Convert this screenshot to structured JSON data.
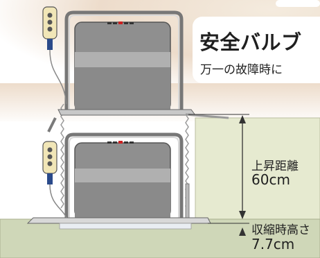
{
  "callout": {
    "title": "安全バルブ",
    "subtitle": "万一の故障時に"
  },
  "dimensions": {
    "lift_label": "上昇距離",
    "lift_value": "60cm",
    "retract_label": "収縮時高さ",
    "retract_value": "7.7cm"
  },
  "colors": {
    "background_top": "#efe3d5",
    "wall": "#e6ead0",
    "floor": "#cfd7b8",
    "device_dark": "#8c8c8c",
    "device_mid": "#b3b3b3",
    "device_frame": "#6d6d6d",
    "remote": "#f1e6b7",
    "arrow": "#333333"
  },
  "icons": {
    "remote_controller": "remote-controller-icon",
    "indicator_light": "indicator-light-icon"
  }
}
